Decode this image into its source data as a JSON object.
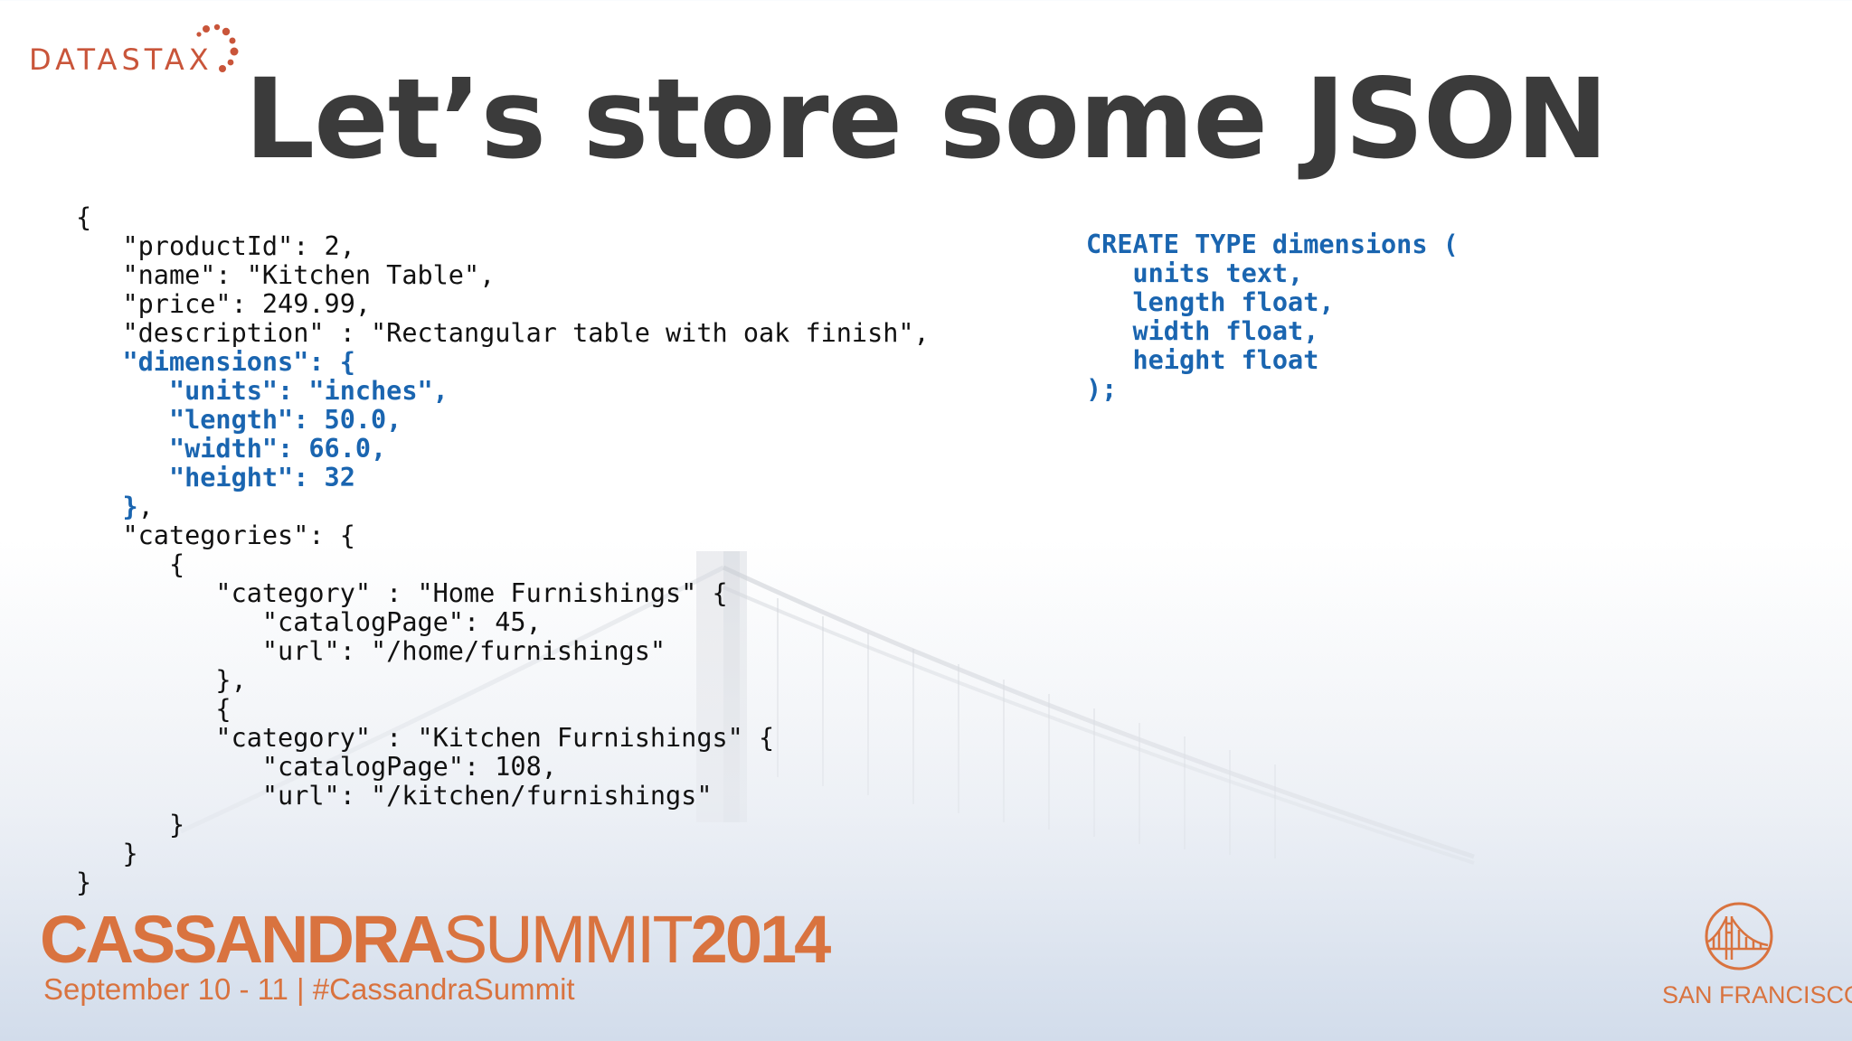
{
  "brand": {
    "logo_text": "DATASTAX"
  },
  "slide": {
    "title": "Let’s store some JSON"
  },
  "json_example": {
    "lines_before": "{\n   \"productId\": 2,\n   \"name\": \"Kitchen Table\",\n   \"price\": 249.99,\n   \"description\" : \"Rectangular table with oak finish\",",
    "highlighted": "\n   \"dimensions\": {\n      \"units\": \"inches\",\n      \"length\": 50.0,\n      \"width\": 66.0,\n      \"height\": 32\n   }",
    "lines_after": ",\n   \"categories\": {\n      {\n         \"category\" : \"Home Furnishings\" {\n            \"catalogPage\": 45,\n            \"url\": \"/home/furnishings\"\n         },\n         {\n         \"category\" : \"Kitchen Furnishings\" {\n            \"catalogPage\": 108,\n            \"url\": \"/kitchen/furnishings\"\n      }\n   }\n}"
  },
  "cql_example": {
    "code": "CREATE TYPE dimensions (\n   units text,\n   length float,\n   width float,\n   height float\n);"
  },
  "footer": {
    "summit_part1": "CASSANDRA",
    "summit_part2": "SUMMIT",
    "summit_year": "2014",
    "tagline": "September 10 - 11  |  #CassandraSummit",
    "city": "SAN FRANCISCO"
  },
  "colors": {
    "title": "#3b3b3b",
    "code_highlight": "#1a65b0",
    "brand_orange": "#d9733f",
    "logo_orange": "#c9553a"
  },
  "icons": {
    "logo_mark": "datastax-dots-icon",
    "city_badge": "golden-gate-bridge-icon"
  }
}
